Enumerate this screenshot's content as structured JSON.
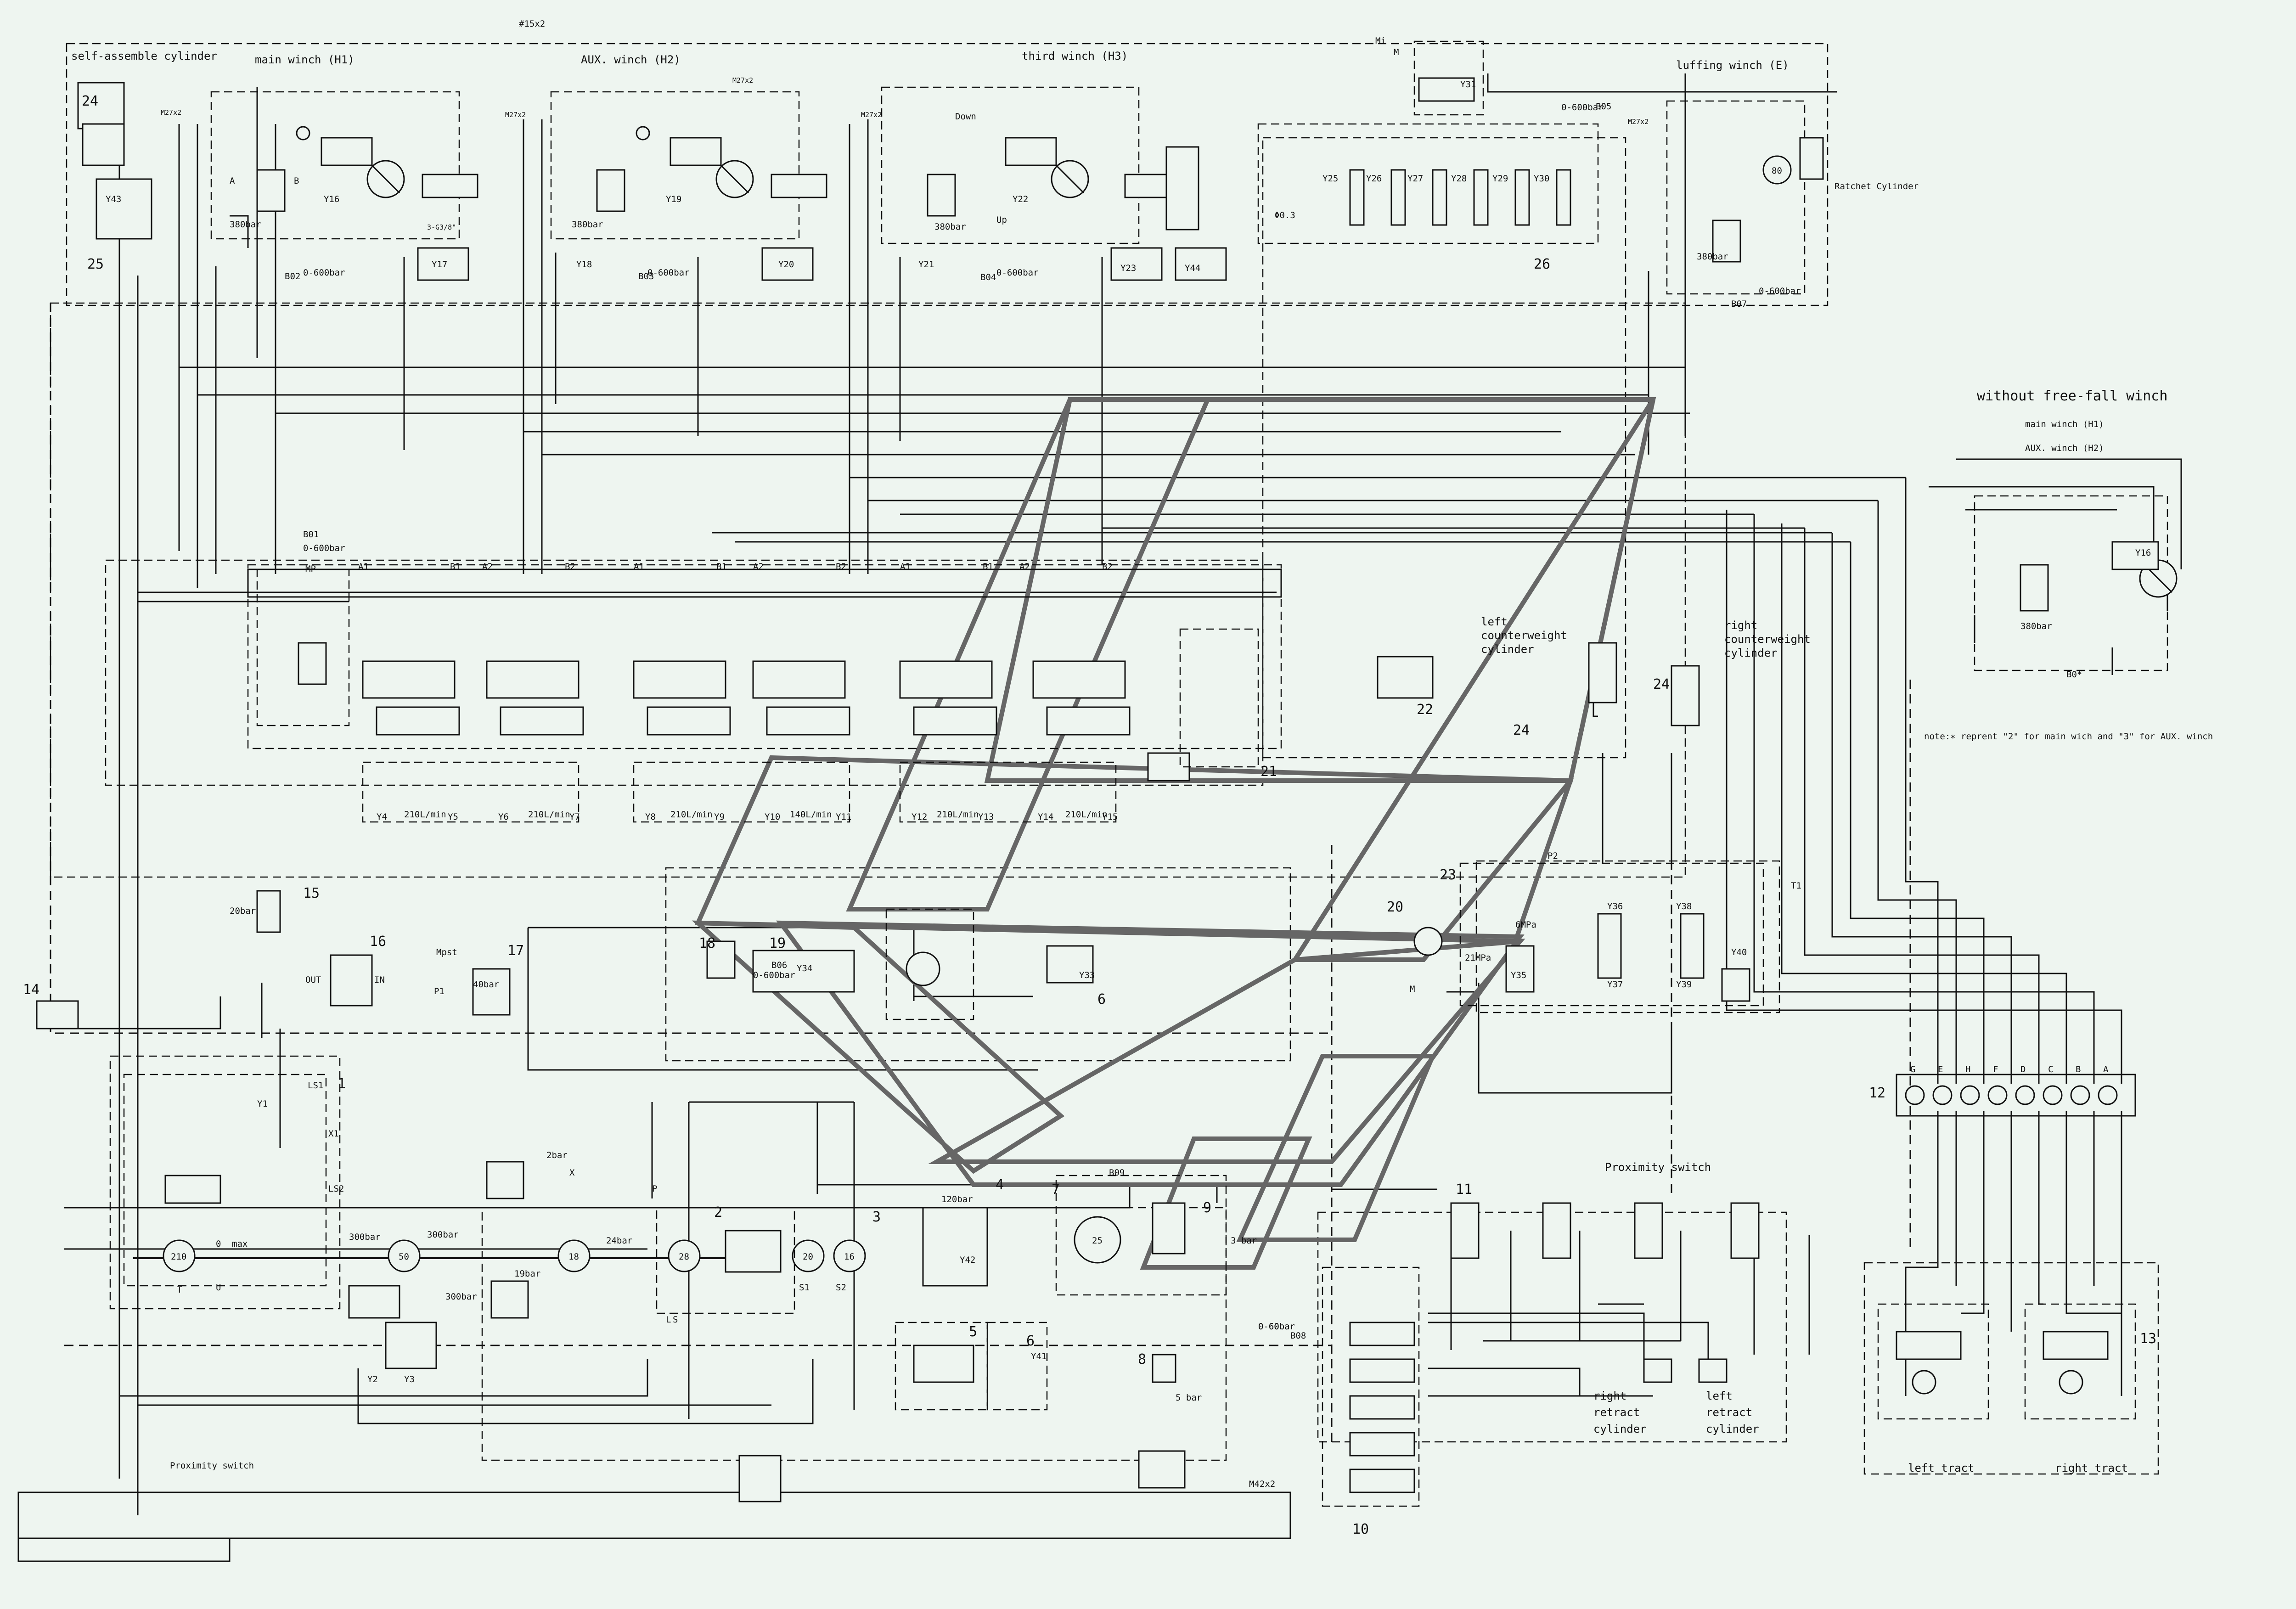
{
  "sections": {
    "self_assemble": "self-assemble cylinder",
    "main_winch": "main winch (H1)",
    "aux_winch": "AUX. winch (H2)",
    "third_winch": "third winch (H3)",
    "luffing_winch": "luffing winch (E)",
    "ratchet": "Ratchet Cylinder",
    "left_cw": [
      "left",
      "counterweight",
      "cylinder"
    ],
    "right_cw": [
      "right",
      "counterweight",
      "cylinder"
    ],
    "proximity_switch": "Proximity switch",
    "proximity_switch_bottom": "Proximity switch",
    "right_retract": [
      "right",
      "retract",
      "cylinder"
    ],
    "left_retract": [
      "left",
      "retract",
      "cylinder"
    ],
    "left_tract": "left tract",
    "right_tract": "right tract",
    "without_ff_title": "without free-fall winch",
    "without_ff_main": "main winch (H1)",
    "without_ff_aux": "AUX. winch (H2)",
    "note": "note:∗ reprent \"2\" for main wich and \"3\" for AUX. winch"
  },
  "callouts": [
    "24",
    "25",
    "26",
    "1",
    "2",
    "3",
    "4",
    "5",
    "6",
    "6",
    "7",
    "8",
    "9",
    "10",
    "11",
    "12",
    "13",
    "14",
    "15",
    "16",
    "17",
    "18",
    "19",
    "20",
    "21",
    "22",
    "23",
    "24",
    "24"
  ],
  "pressures": [
    "380bar",
    "380bar",
    "380bar",
    "380bar",
    "20bar",
    "40bar",
    "300bar",
    "300bar",
    "300bar",
    "24bar",
    "19bar",
    "120bar",
    "2bar",
    "3 bar",
    "5 bar",
    "6MPa",
    "21MPa",
    "380bar",
    "0-600bar",
    "0-600bar",
    "0-600bar",
    "0-600bar",
    "0-600bar",
    "0-600bar",
    "0-600bar",
    "0-60bar"
  ],
  "flows": [
    "210L/min",
    "210L/min",
    "210L/min",
    "140L/min",
    "210L/min",
    "210L/min"
  ],
  "solenoids": [
    "Y16",
    "Y19",
    "Y22",
    "Y17",
    "Y18",
    "Y20",
    "Y21",
    "Y23",
    "Y44",
    "Y25",
    "Y26",
    "Y27",
    "Y28",
    "Y29",
    "Y30",
    "Y31",
    "Y4",
    "Y5",
    "Y6",
    "Y7",
    "Y8",
    "Y9",
    "Y10",
    "Y11",
    "Y12",
    "Y13",
    "Y14",
    "Y15",
    "Y1",
    "Y2",
    "Y3",
    "Y33",
    "Y34",
    "Y35",
    "Y36",
    "Y37",
    "Y38",
    "Y39",
    "Y40",
    "Y41",
    "Y42",
    "Y43",
    "Y16"
  ],
  "sensors": [
    "B01",
    "B02",
    "B03",
    "B04",
    "B05",
    "B06",
    "B07",
    "B08",
    "B09",
    "B0*"
  ],
  "pump_codes": [
    "210",
    "50",
    "18",
    "28",
    "20",
    "16",
    "25",
    "80"
  ],
  "ports": [
    "A1",
    "B1",
    "A2",
    "B2",
    "A1",
    "B1",
    "A2",
    "B2",
    "A1",
    "B1",
    "A2",
    "B2",
    "P",
    "T",
    "P1",
    "P2",
    "S1",
    "S2",
    "LS1",
    "LS2",
    "X1",
    "A",
    "B",
    "T1",
    "Up",
    "Down",
    "MP",
    "X",
    "Mpst",
    "OUT",
    "IN",
    "max",
    "0",
    "U",
    "L",
    "S",
    "M"
  ],
  "misc": [
    "#15x2",
    "M42x2",
    "M27x2",
    "M27x2",
    "M27x2",
    "M27x2",
    "M27x2",
    "Φ0.3",
    "3-G3/8\"",
    "0-60bar",
    "Mi",
    "M"
  ],
  "coupling_letters": [
    "G",
    "E",
    "H",
    "F",
    "D",
    "C",
    "B",
    "A"
  ]
}
